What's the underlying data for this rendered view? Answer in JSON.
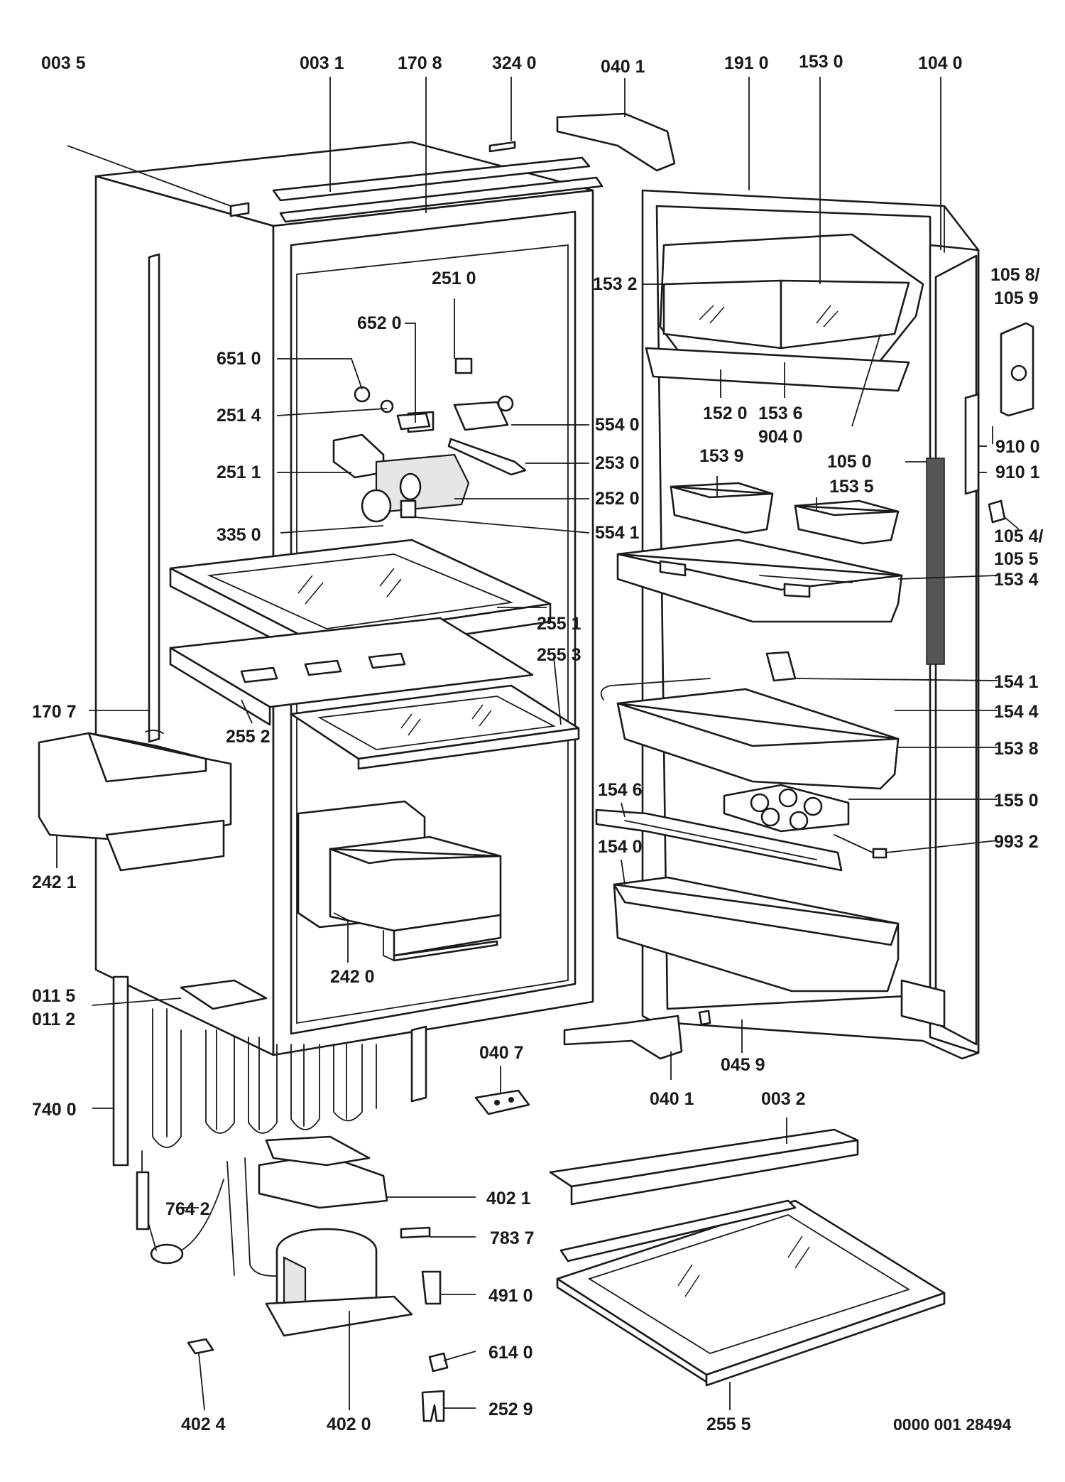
{
  "document_number": "0000 001 28494",
  "labels": {
    "l0035": "003 5",
    "l0031": "003 1",
    "l1708": "170 8",
    "l3240": "324 0",
    "l0401a": "040 1",
    "l1910": "191 0",
    "l1530": "153 0",
    "l1040": "104 0",
    "l1532": "153 2",
    "l2510": "251 0",
    "l6520": "652 0",
    "l6510": "651 0",
    "l2514": "251 4",
    "l2511": "251 1",
    "l3350": "335 0",
    "l5540": "554 0",
    "l2530": "253 0",
    "l2520": "252 0",
    "l5541": "554 1",
    "l1520": "152 0",
    "l1536": "153 6",
    "l9040": "904 0",
    "l1058": "105 8/",
    "l1059": "105 9",
    "l9100": "910 0",
    "l9101": "910 1",
    "l1539": "153 9",
    "l1050": "105 0",
    "l1535": "153 5",
    "l1054": "105 4/",
    "l1055": "105 5",
    "l1534": "153 4",
    "l2551": "255 1",
    "l2553": "255 3",
    "l1541": "154 1",
    "l1707": "170 7",
    "l2552": "255 2",
    "l1544": "154 4",
    "l1538": "153 8",
    "l1546": "154 6",
    "l1550": "155 0",
    "l2421": "242 1",
    "l9932": "993 2",
    "l1540": "154 0",
    "l2420": "242 0",
    "l0115": "011 5",
    "l0112": "011 2",
    "l0407": "040 7",
    "l0459": "045 9",
    "l0401b": "040 1",
    "l0032": "003 2",
    "l7400": "740 0",
    "l4021": "402 1",
    "l7642": "764 2",
    "l7837": "783 7",
    "l4910": "491 0",
    "l6140": "614 0",
    "l2529": "252 9",
    "l4024": "402 4",
    "l4020": "402 0",
    "l2555": "255 5"
  }
}
